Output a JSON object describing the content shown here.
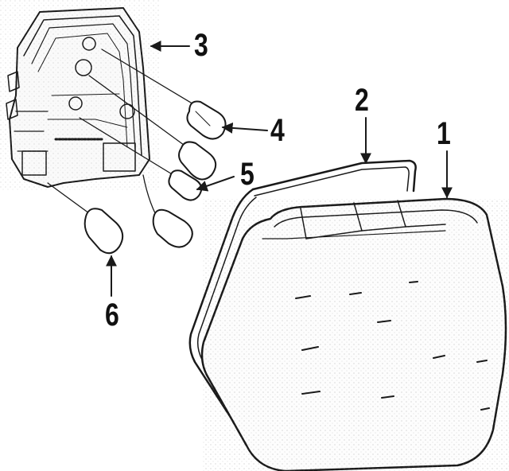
{
  "callouts": {
    "c1": "1",
    "c2": "2",
    "c3": "3",
    "c4": "4",
    "c5": "5",
    "c6": "6"
  },
  "colors": {
    "ink": "#1a1a1a",
    "background": "#ffffff"
  }
}
